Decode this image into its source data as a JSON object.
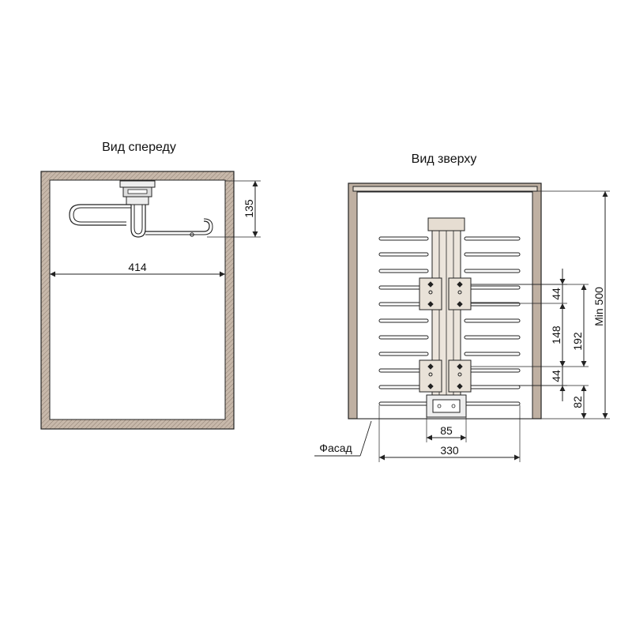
{
  "front_view": {
    "title": "Вид спереду",
    "width_dim": "414",
    "height_dim": "135"
  },
  "top_view": {
    "title": "Вид зверху",
    "depth_dim": "Min 500",
    "dim_44_top": "44",
    "dim_148": "148",
    "dim_192": "192",
    "dim_44_bottom": "44",
    "dim_82": "82",
    "dim_85": "85",
    "dim_330": "330",
    "facade_label": "Фасад"
  },
  "colors": {
    "wall": "#b9a99a",
    "line": "#222222",
    "body_fill": "#ffffff"
  }
}
